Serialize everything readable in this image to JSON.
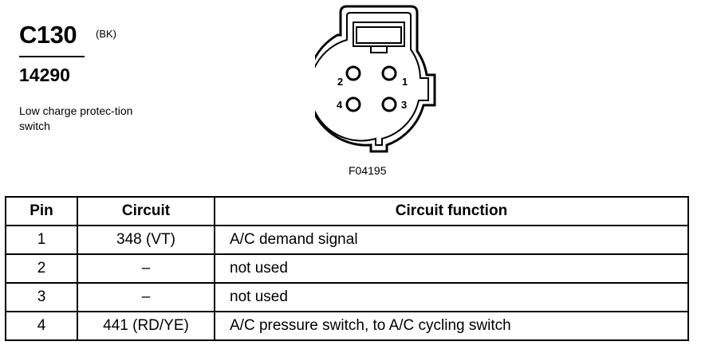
{
  "header": {
    "connector_code": "C130",
    "connector_color": "(BK)",
    "part_number": "14290",
    "description": "Low charge protec-tion switch"
  },
  "diagram": {
    "figure_id": "F04195",
    "pin_labels": [
      "1",
      "2",
      "3",
      "4"
    ]
  },
  "table": {
    "headers": {
      "pin": "Pin",
      "circuit": "Circuit",
      "function": "Circuit function"
    },
    "rows": [
      {
        "pin": "1",
        "circuit": "348 (VT)",
        "function": "A/C demand signal"
      },
      {
        "pin": "2",
        "circuit": "–",
        "function": "not used"
      },
      {
        "pin": "3",
        "circuit": "–",
        "function": "not used"
      },
      {
        "pin": "4",
        "circuit": "441 (RD/YE)",
        "function": "A/C pressure switch, to A/C cycling switch"
      }
    ]
  }
}
